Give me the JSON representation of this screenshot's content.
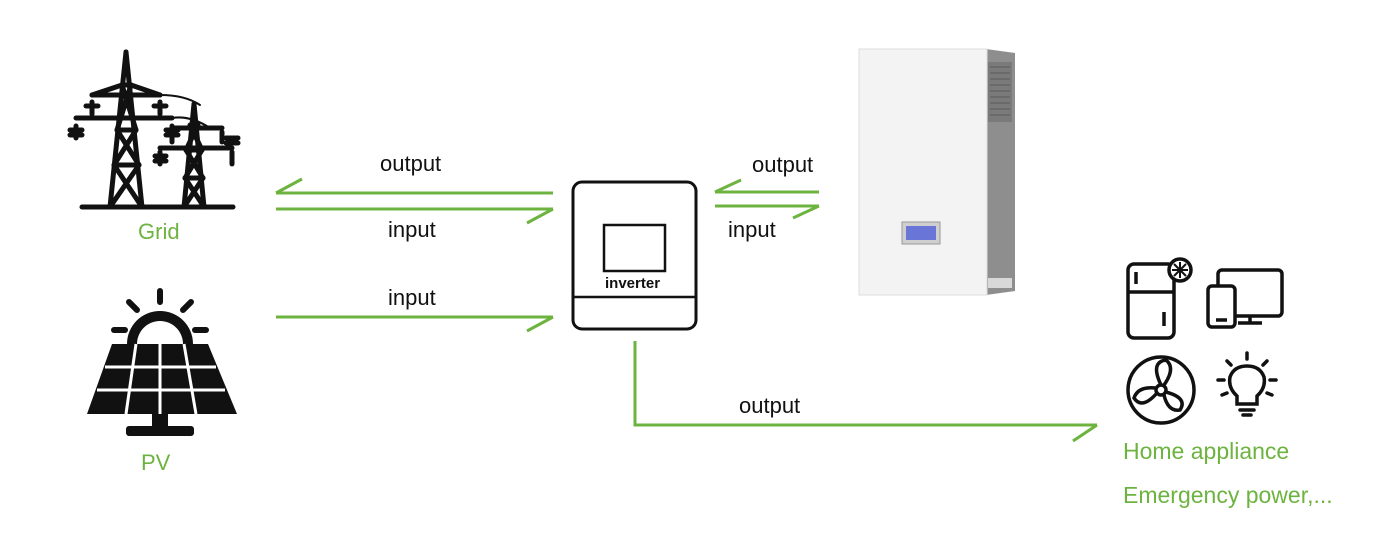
{
  "colors": {
    "accent_green": "#6db33f",
    "line_black": "#111111",
    "battery_body": "#f2f2f2",
    "battery_side": "#8a8a8a",
    "lcd_blue": "#6a75d8"
  },
  "nodes": {
    "grid": {
      "label": "Grid",
      "icon": "power-tower-icon"
    },
    "pv": {
      "label": "PV",
      "icon": "solar-panel-icon"
    },
    "inverter": {
      "label": "inverter",
      "icon": "inverter-box-icon"
    },
    "battery": {
      "icon": "wall-battery-icon"
    },
    "home": {
      "label": "Home appliance",
      "sublabel": "Emergency power,...",
      "icons": [
        "fridge-icon",
        "monitor-phone-icon",
        "fan-icon",
        "lightbulb-icon"
      ]
    }
  },
  "edges": {
    "grid_output": "output",
    "grid_input": "input",
    "pv_input": "input",
    "battery_output": "output",
    "battery_input": "input",
    "home_output": "output"
  }
}
